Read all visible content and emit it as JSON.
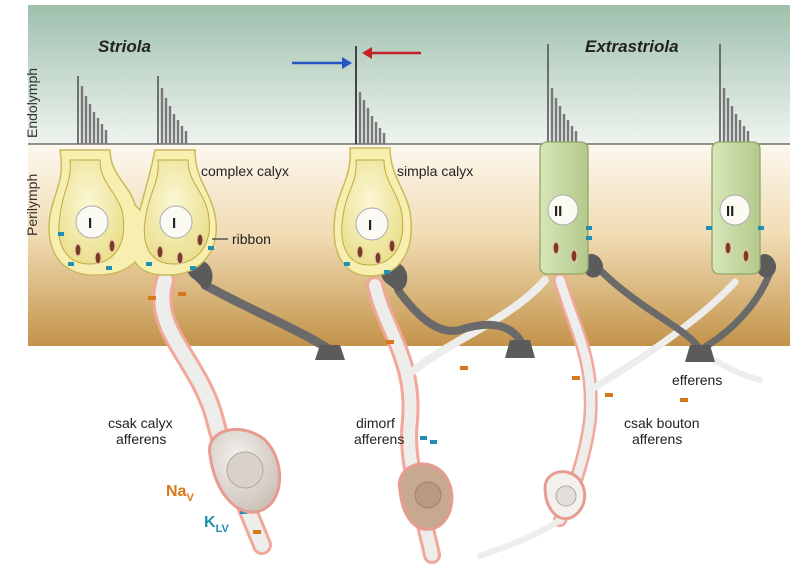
{
  "zones": {
    "endolymph": "Endolymph",
    "perilymph": "Perilymph"
  },
  "regions": {
    "striola": "Striola",
    "extrastriola": "Extrastriola"
  },
  "cells": {
    "type1": "I",
    "type2": "II"
  },
  "labels": {
    "complex_calyx": "complex calyx",
    "simple_calyx": "simpla calyx",
    "ribbon": "ribbon",
    "efferent": "efferens",
    "calyx_only_1": "csak calyx",
    "calyx_only_2": "afferens",
    "dimorph_1": "dimorf",
    "dimorph_2": "afferens",
    "bouton_only_1": "csak bouton",
    "bouton_only_2": "afferens"
  },
  "channels": {
    "nav_base": "Na",
    "nav_sub": "V",
    "klv_base": "K",
    "klv_sub": "LV"
  },
  "colors": {
    "endolymph_bg": "#cfe0d6",
    "perilymph_top": "#fbf3e4",
    "perilymph_bottom": "#c79a52",
    "type1_cell": "#f3eba4",
    "type2_cell": "#c9d9a6",
    "nerve": "#ededec",
    "myelin": "#f2a79a",
    "efferent_terminal": "#555555",
    "nav_channel": "#d7781c",
    "klv_channel": "#1f8fb2",
    "arrow_blue": "#2457c4",
    "arrow_red": "#c4202a"
  }
}
